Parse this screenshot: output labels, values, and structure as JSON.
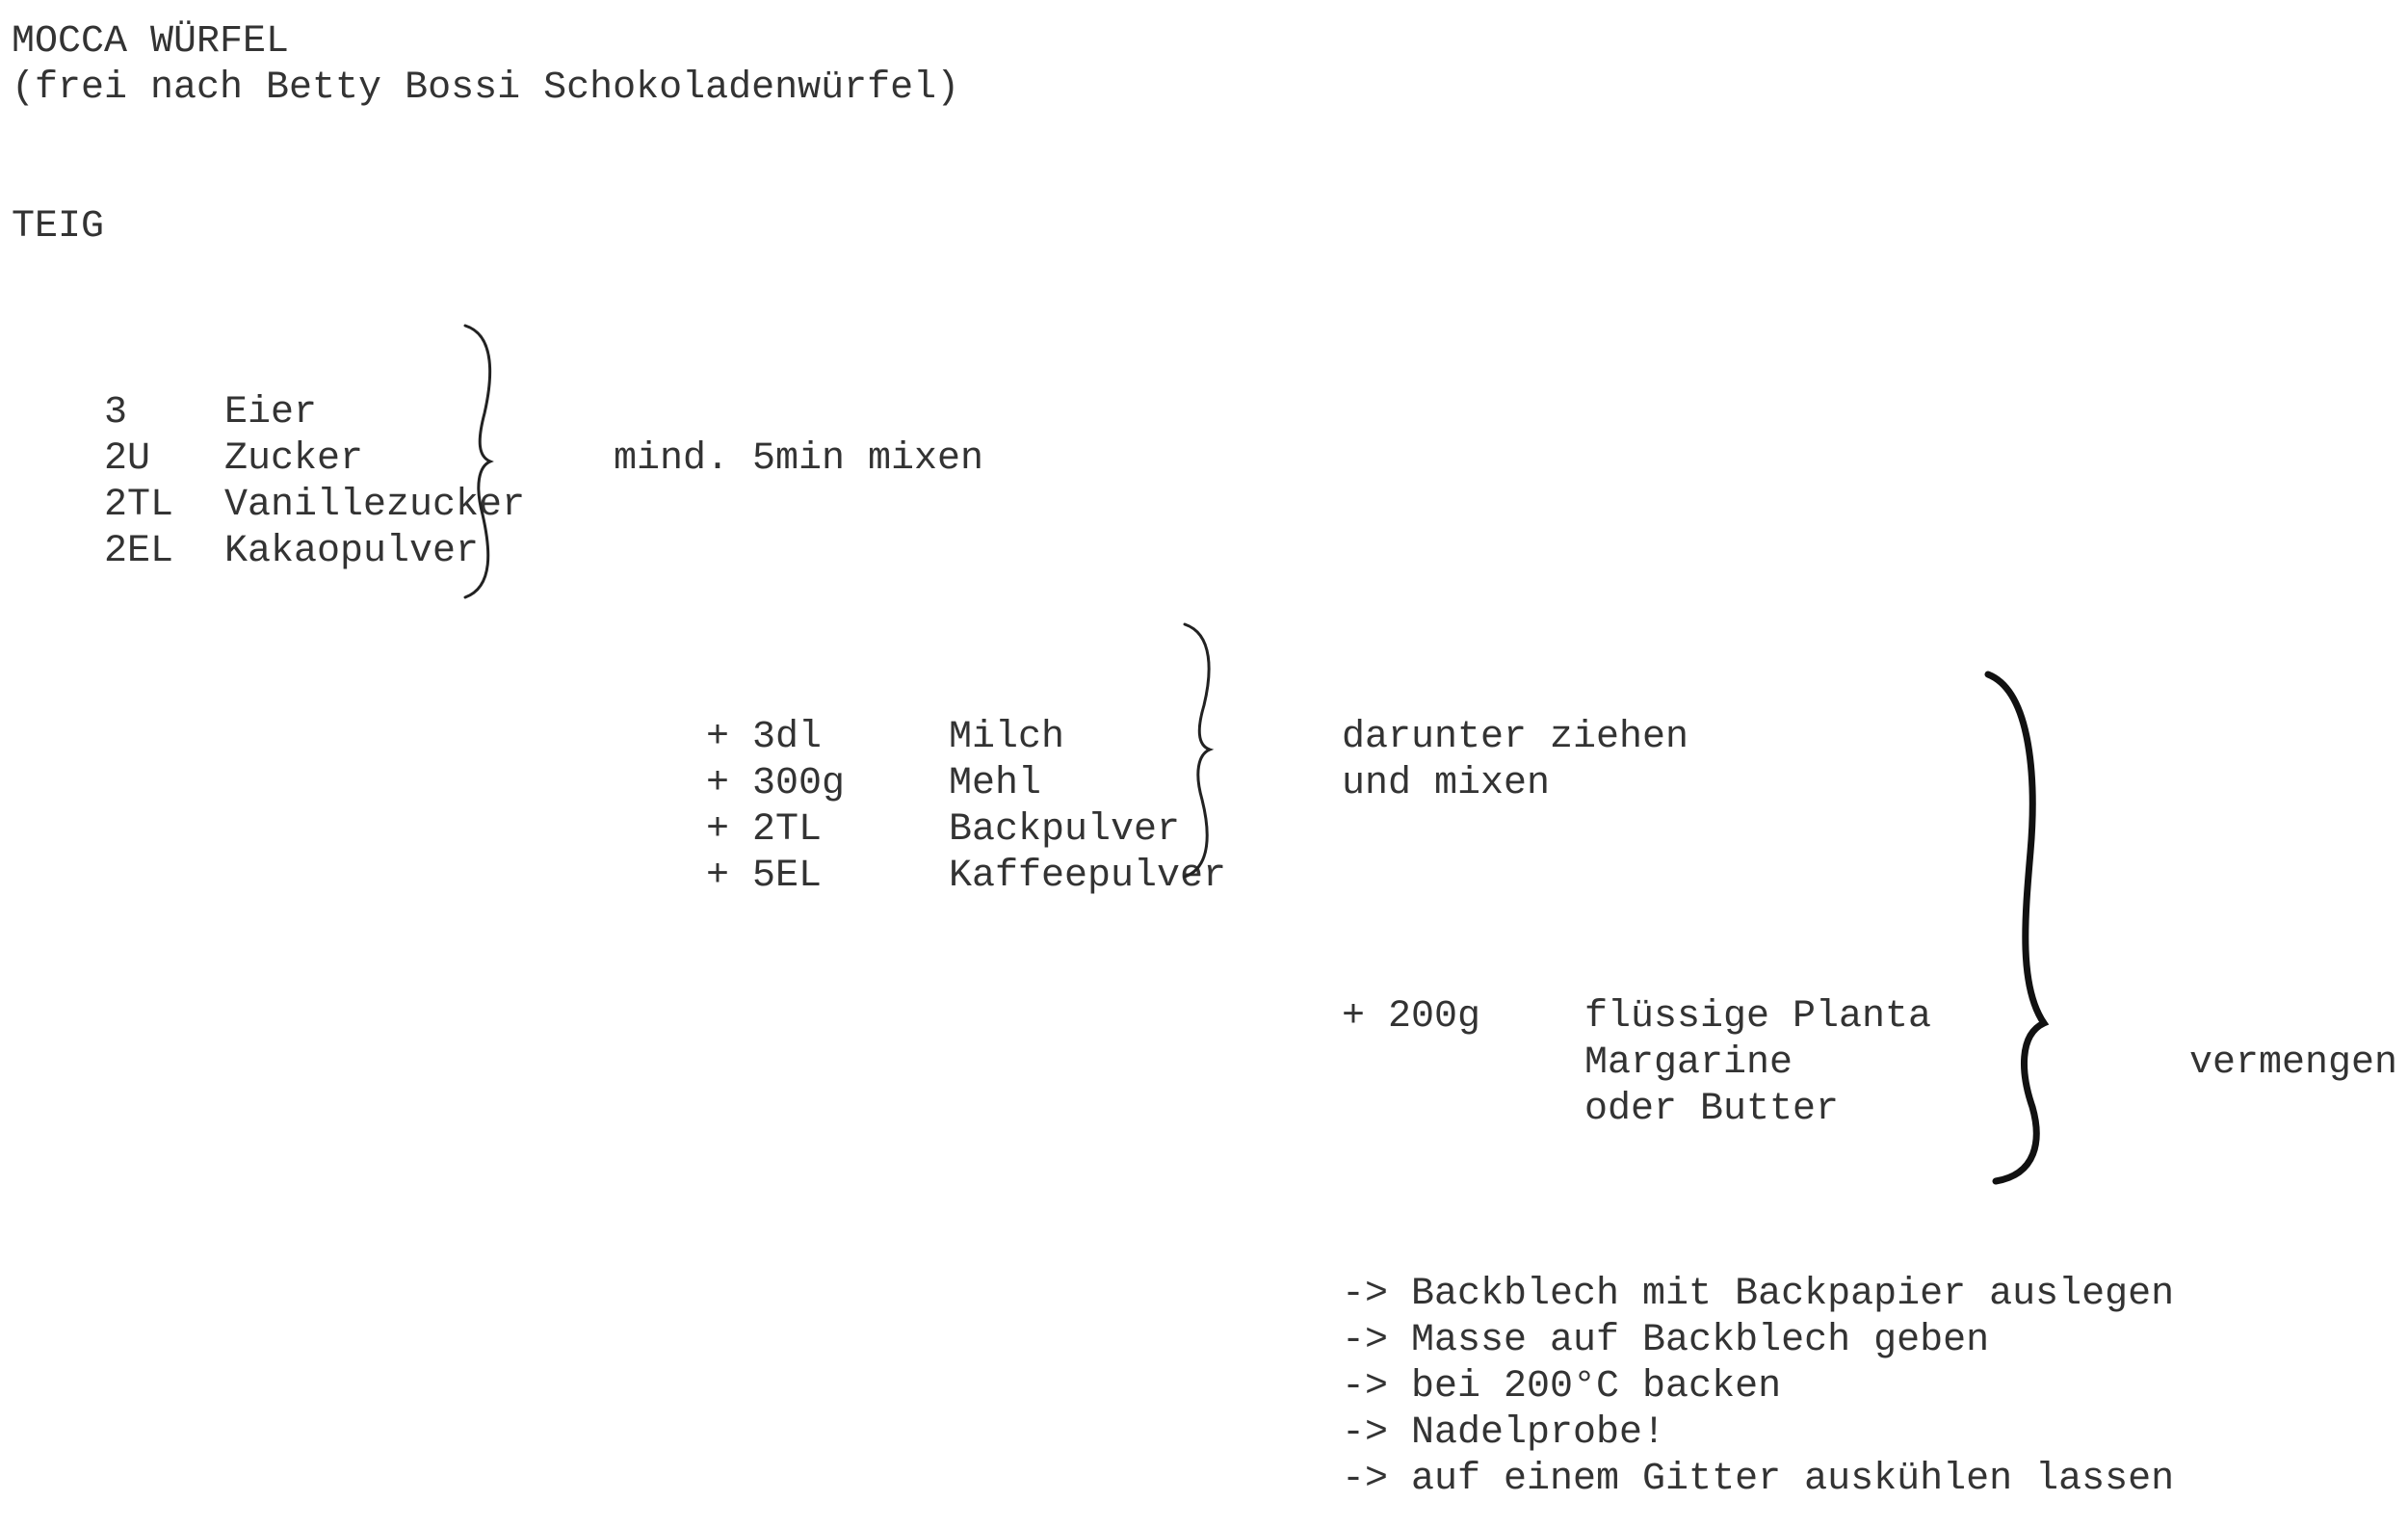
{
  "title": "MOCCA WÜRFEL",
  "subtitle": "(frei nach Betty Bossi Schokoladenwürfel)",
  "section_heading": "TEIG",
  "group1": {
    "ingredients": [
      {
        "qty": "3",
        "item": "Eier"
      },
      {
        "qty": "2U",
        "item": "Zucker"
      },
      {
        "qty": "2TL",
        "item": "Vanillezucker"
      },
      {
        "qty": "2EL",
        "item": "Kakaopulver"
      }
    ],
    "instruction": "mind. 5min mixen"
  },
  "group2": {
    "ingredients": [
      {
        "qty": "+ 3dl",
        "item": "Milch"
      },
      {
        "qty": "+ 300g",
        "item": "Mehl"
      },
      {
        "qty": "+ 2TL",
        "item": "Backpulver"
      },
      {
        "qty": "+ 5EL",
        "item": "Kaffeepulver"
      }
    ],
    "instruction_lines": [
      "darunter ziehen",
      "und mixen"
    ]
  },
  "group3": {
    "qty": "+ 200g",
    "item_lines": [
      "flüssige Planta",
      "Margarine",
      "oder Butter"
    ],
    "instruction": "vermengen"
  },
  "steps": [
    "-> Backblech mit Backpapier auslegen",
    "-> Masse auf Backblech geben",
    "-> bei 200°C backen",
    "-> Nadelprobe!",
    "-> auf einem Gitter auskühlen lassen"
  ]
}
